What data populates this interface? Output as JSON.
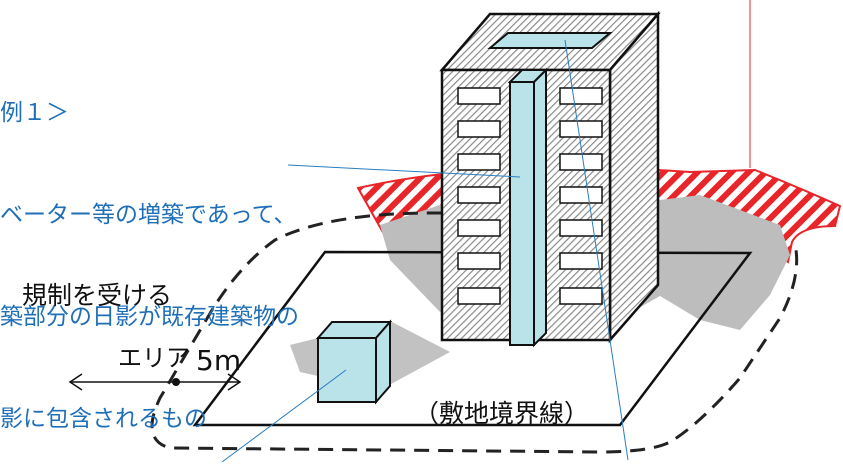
{
  "caption": {
    "line1": "例１＞",
    "line2": "ベーター等の増築であって、",
    "line3": "築部分の日影が既存建築物の",
    "line4": "影に包含されるもの"
  },
  "labels": {
    "regulated_area_line1": "規制を受ける",
    "regulated_area_line2": "エリア",
    "distance": "5m",
    "site_boundary": "（敷地境界線）"
  },
  "colors": {
    "caption_text": "#1f6fb8",
    "shadow_region": "#e8262a",
    "structure_fill": "#b9e3e8",
    "ground_shadow": "#bdbdbd"
  }
}
